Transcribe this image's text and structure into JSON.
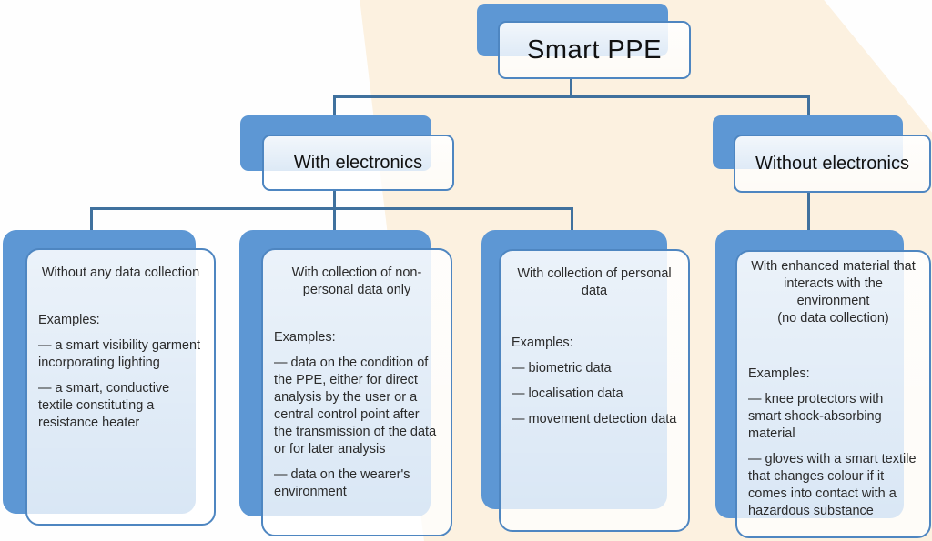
{
  "diagram": {
    "title": "Smart PPE hierarchy",
    "colors": {
      "accent_blue": "#5d97d4",
      "box_border_blue": "#4e86c1",
      "connector_blue": "#40719e",
      "background_band_cream": "#fcf1e0",
      "leaf_tint": "#e8eef7",
      "text": "#262626"
    },
    "root": {
      "label": "Smart PPE"
    },
    "branches": [
      {
        "label": "With electronics"
      },
      {
        "label": "Without electronics"
      }
    ],
    "leaves": [
      {
        "header": "Without any data collection",
        "examples_label": "Examples:",
        "items": [
          "— a smart visibility garment incorporating lighting",
          "— a smart, conductive textile constituting a resistance heater"
        ]
      },
      {
        "header": "With collection of non-personal data only",
        "examples_label": "Examples:",
        "items": [
          "— data on the condition of the PPE, either for direct analysis by the user or a central control point after the transmission of the data or for later analysis",
          "— data on the wearer's environment"
        ]
      },
      {
        "header": "With collection of personal data",
        "examples_label": "Examples:",
        "items": [
          "— biometric data",
          "— localisation data",
          "— movement detection data"
        ]
      },
      {
        "header": "With enhanced material that interacts with the environment",
        "subheader": "(no data collection)",
        "examples_label": "Examples:",
        "items": [
          "— knee protectors with smart shock-absorbing material",
          "— gloves with a smart textile that changes colour if it comes into contact with a hazardous substance"
        ]
      }
    ]
  }
}
